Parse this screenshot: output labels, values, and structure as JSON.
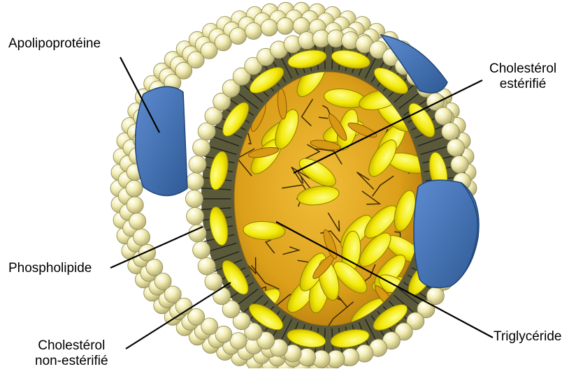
{
  "labels": {
    "apolipoproteine": "Apolipoprotéine",
    "cholesterol_esterifie_1": "Cholestérol",
    "cholesterol_esterifie_2": "estérifié",
    "phospholipide": "Phospholipide",
    "cholesterol_non_esterifie_1": "Cholestérol",
    "cholesterol_non_esterifie_2": "non-estérifié",
    "triglyceride": "Triglycéride"
  },
  "colors": {
    "phospholipid_head": "#f0eaa6",
    "phospholipid_stroke": "#8f8a55",
    "core": "#e0a41a",
    "cholesterol": "#f5ee08",
    "apoprotein": "#4272b2",
    "leader_line": "#000000"
  }
}
